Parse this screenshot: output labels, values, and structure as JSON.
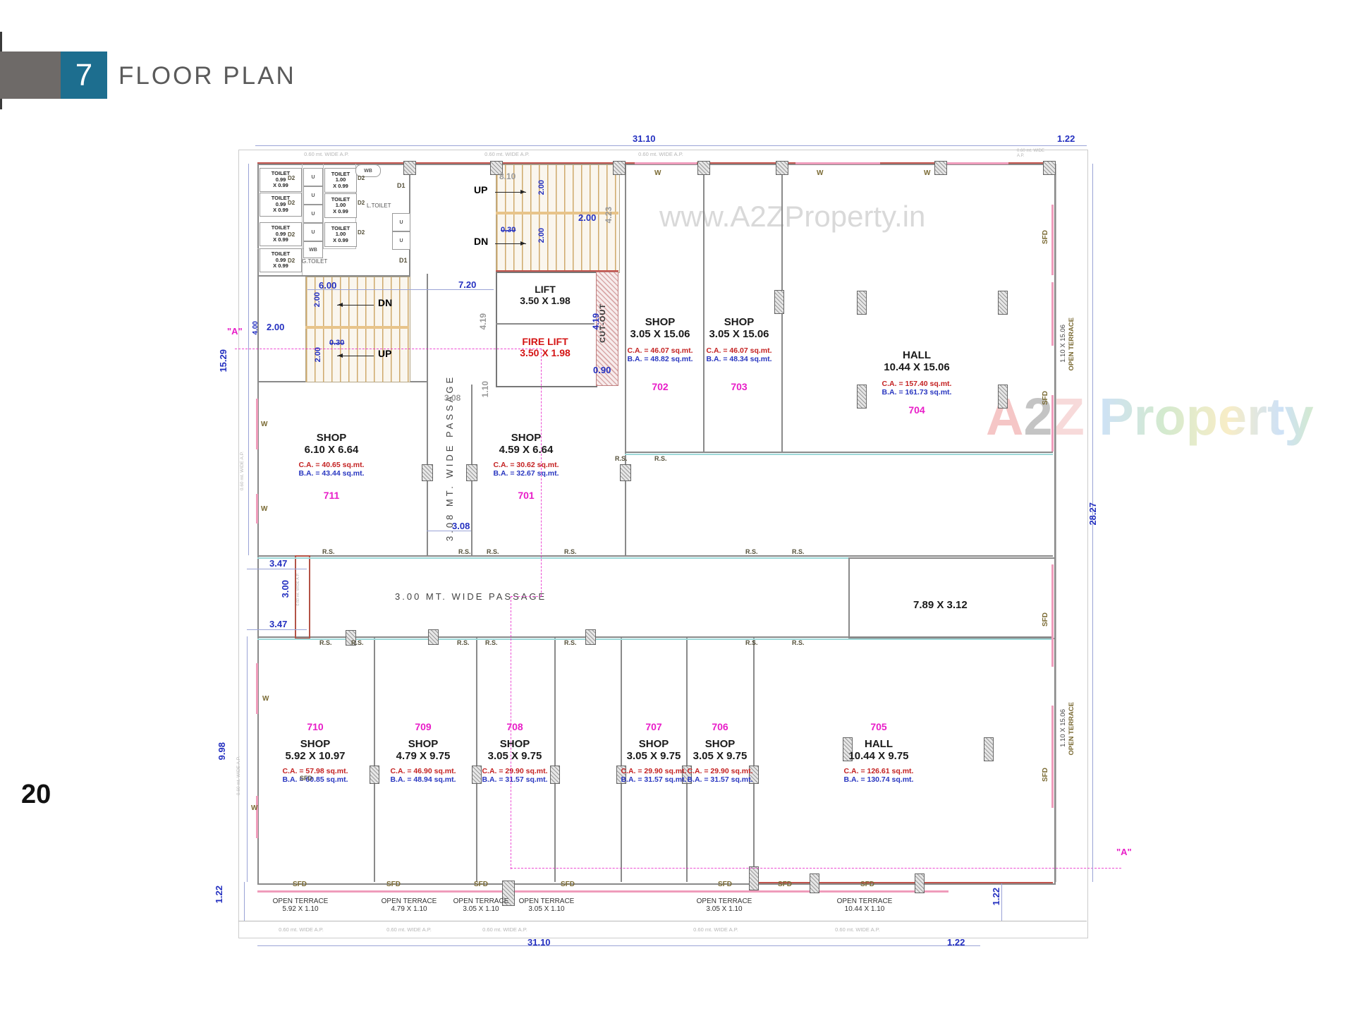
{
  "header": {
    "number": "7",
    "title": "FLOOR PLAN"
  },
  "page": {
    "number": "20"
  },
  "watermark": {
    "url": "www.A2ZProperty.in",
    "a": "A",
    "two": "2",
    "z": "Z",
    "property": "Property"
  },
  "marker_a": "\"A\"",
  "lift": {
    "label": "LIFT",
    "size": "3.50 X 1.98"
  },
  "fire_lift": {
    "label": "FIRE LIFT",
    "size": "3.50 X 1.98"
  },
  "cutout": "CUT-OUT",
  "passages": {
    "vertical": "3.08 MT. WIDE PASSAGE",
    "horizontal": "3.00 MT. WIDE PASSAGE"
  },
  "stairs": {
    "up": "UP",
    "dn": "DN"
  },
  "toilets": {
    "small_l1": "TOILET",
    "small_l2": "0.99",
    "small_l3": "X 0.99",
    "med_l1": "TOILET",
    "med_l2": "1.00",
    "med_l3": "X 0.99",
    "g": "G.TOILET",
    "l": "L.TOILET",
    "wb": "WB",
    "u": "U",
    "d1": "D1",
    "d2": "D2"
  },
  "tags": {
    "rs": "R.S.",
    "sfd": "SFD",
    "w": "W",
    "ap": "0.60 mt. WIDE A.P."
  },
  "terraces": {
    "label": "OPEN TERRACE",
    "side_size": "1.10 X 15.06",
    "bottom_sizes": [
      "5.92 X 1.10",
      "4.79 X 1.10",
      "3.05 X 1.10",
      "3.05 X 1.10",
      "3.05 X 1.10",
      "10.44 X 1.10"
    ]
  },
  "rooms": {
    "s701": {
      "number": "701",
      "type": "SHOP",
      "size": "4.59 X 6.64",
      "ca": "C.A. = 30.62 sq.mt.",
      "ba": "B.A. = 32.67 sq.mt."
    },
    "s702": {
      "number": "702",
      "type": "SHOP",
      "size": "3.05 X 15.06",
      "ca": "C.A. = 46.07 sq.mt.",
      "ba": "B.A. = 48.82 sq.mt."
    },
    "s703": {
      "number": "703",
      "type": "SHOP",
      "size": "3.05 X 15.06",
      "ca": "C.A. = 46.07 sq.mt.",
      "ba": "B.A. = 48.34 sq.mt."
    },
    "h704": {
      "number": "704",
      "type": "HALL",
      "size": "10.44 X 15.06",
      "ca": "C.A. = 157.40 sq.mt.",
      "ba": "B.A. = 161.73 sq.mt."
    },
    "h705": {
      "number": "705",
      "type": "HALL",
      "size": "10.44 X 9.75",
      "ca": "C.A. = 126.61 sq.mt.",
      "ba": "B.A. = 130.74 sq.mt."
    },
    "s706": {
      "number": "706",
      "type": "SHOP",
      "size": "3.05 X 9.75",
      "ca": "C.A. = 29.90 sq.mt.",
      "ba": "B.A. = 31.57 sq.mt."
    },
    "s707": {
      "number": "707",
      "type": "SHOP",
      "size": "3.05 X 9.75",
      "ca": "C.A. = 29.90 sq.mt.",
      "ba": "B.A. = 31.57 sq.mt."
    },
    "s708": {
      "number": "708",
      "type": "SHOP",
      "size": "3.05 X 9.75",
      "ca": "C.A. = 29.90 sq.mt.",
      "ba": "B.A. = 31.57 sq.mt."
    },
    "s709": {
      "number": "709",
      "type": "SHOP",
      "size": "4.79 X 9.75",
      "ca": "C.A. = 46.90 sq.mt.",
      "ba": "B.A. = 48.94 sq.mt."
    },
    "s710": {
      "number": "710",
      "type": "SHOP",
      "size": "5.92 X 10.97",
      "ca": "C.A. = 57.98 sq.mt.",
      "ba": "B.A. = 60.85 sq.mt."
    },
    "s711": {
      "number": "711",
      "type": "SHOP",
      "size": "6.10 X 6.64",
      "ca": "C.A. = 40.65 sq.mt.",
      "ba": "B.A. = 43.44 sq.mt."
    },
    "open_area": {
      "size": "7.89 X 3.12"
    }
  },
  "dims": {
    "w3110": "31.10",
    "d122": "1.22",
    "d1529": "15.29",
    "d998": "9.98",
    "d2827": "28.27",
    "d810": "8.10",
    "d030": "0.30",
    "d200": "2.00",
    "d423": "4.23",
    "d600": "6.00",
    "d720": "7.20",
    "d419": "4.19",
    "d090": "0.90",
    "d308": "3.08",
    "d110": "1.10",
    "d347": "3.47",
    "d300": "3.00",
    "d400": "4.00"
  }
}
